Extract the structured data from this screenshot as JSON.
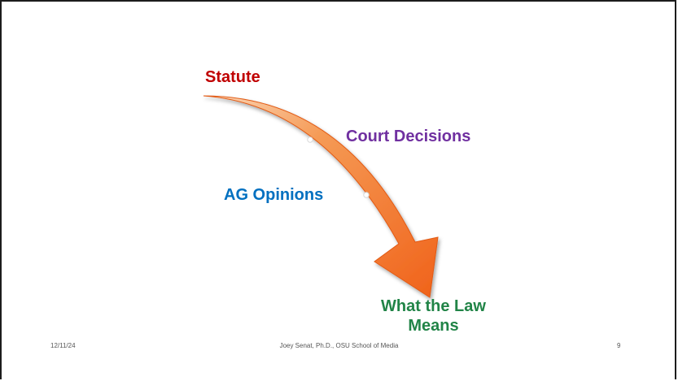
{
  "diagram": {
    "labels": {
      "statute": "Statute",
      "court_decisions": "Court Decisions",
      "ag_opinions": "AG Opinions",
      "result": "What the Law Means"
    },
    "colors": {
      "statute": "#c00000",
      "court_decisions": "#7030a0",
      "ag_opinions": "#0070c0",
      "result": "#218447",
      "arrow": "#f26b1d"
    }
  },
  "footer": {
    "date": "12/11/24",
    "presenter": "Joey Senat, Ph.D., OSU School of Media",
    "page_number": "9"
  }
}
